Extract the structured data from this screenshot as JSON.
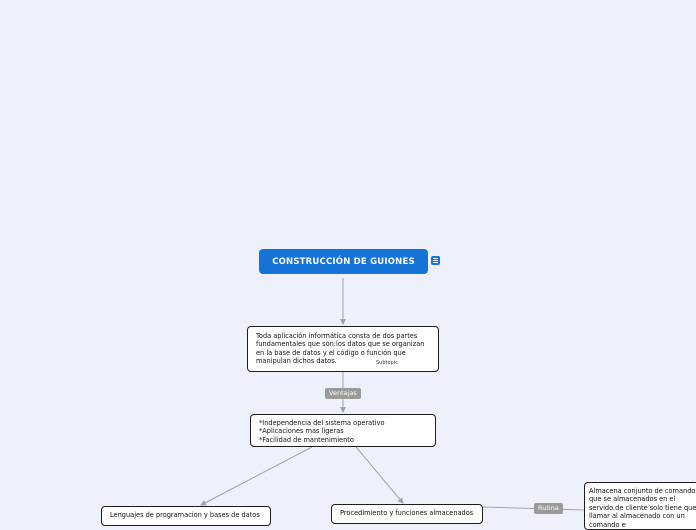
{
  "root": {
    "title": "CONSTRUCCIÓN DE GUIONES",
    "note_icon": "note-lines-icon"
  },
  "nodes": {
    "main": "Toda aplicación  informática consta de dos partes fundamentales que son:los datos que se organizan en la base de datos y el código o función que manipulan dichos datos.",
    "subtopic": "Subtopic",
    "ventajas_label": "Ventajas",
    "ventajas": "*Independencia del sistema operativo\n*Aplicaciones mas ligeras\n*Facilidad de mantenimiento",
    "lenguajes": "Lenguajes de programacion y bases de datos",
    "procedimiento": "Procedimiento y funciones almacenados",
    "rutina_label": "Rutina",
    "almacena": "Almacena conjunto de comandos que se almacenados en el servido.de cliente solo tiene que llamar al almacenado con un comando e"
  },
  "colors": {
    "background": "#eef1fc",
    "root": "#1673d8",
    "connector": "#9aa3b2",
    "label": "#9a9a9a"
  }
}
